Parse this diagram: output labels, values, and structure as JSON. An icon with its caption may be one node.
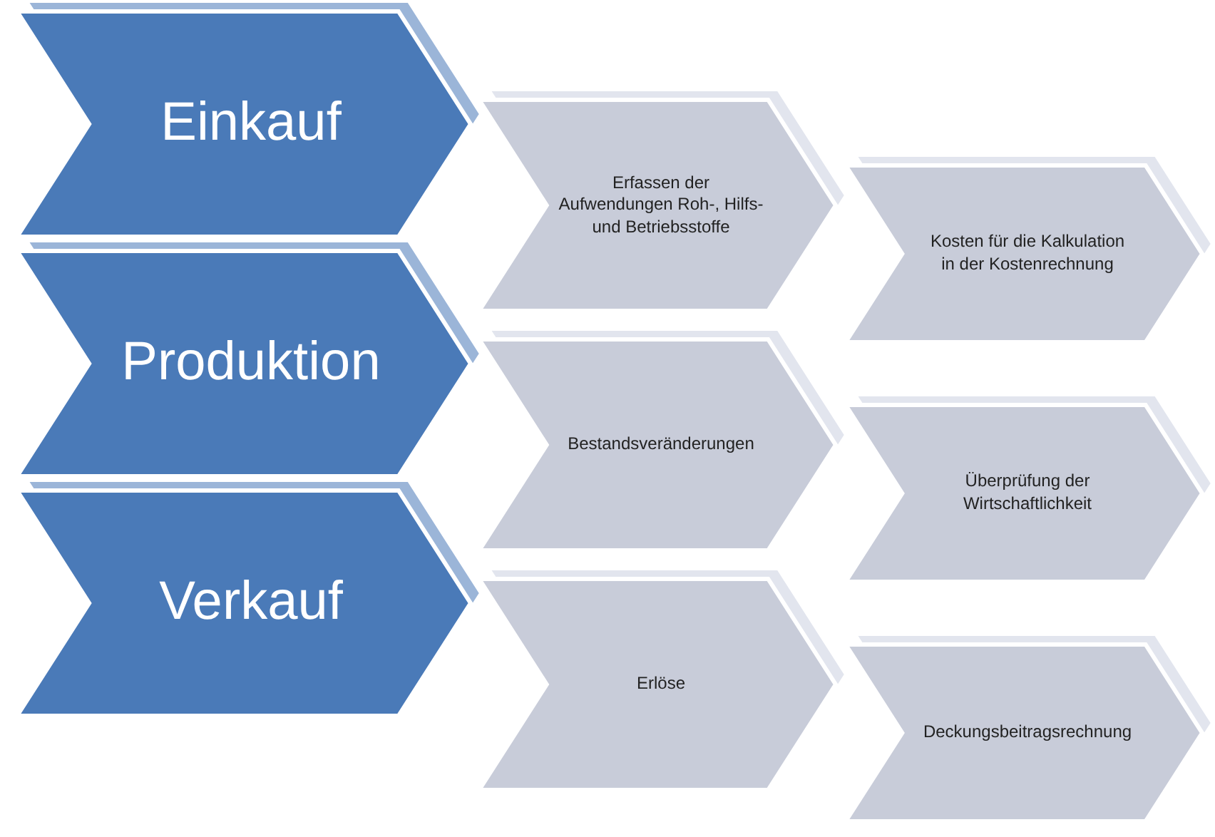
{
  "diagram": {
    "nodes": [
      {
        "text": [
          "Einkauf"
        ]
      },
      {
        "text": [
          "Erfassen der Aufwendungen Roh-, Hilfs- und Betriebsstoffe"
        ]
      },
      {
        "text": [
          "Kosten für die Kalkulation in der Kostenrechnung"
        ]
      },
      {
        "text": [
          "Produktion"
        ]
      },
      {
        "text": [
          "Bestandsveränderungen"
        ]
      },
      {
        "text": [
          "Überprüfung der Wirtschaftlichkeit"
        ]
      },
      {
        "text": [
          "Verkauf"
        ]
      },
      {
        "text": [
          "Erlöse"
        ]
      },
      {
        "text": [
          "Deckungsbeitragsrechnung"
        ]
      }
    ]
  }
}
